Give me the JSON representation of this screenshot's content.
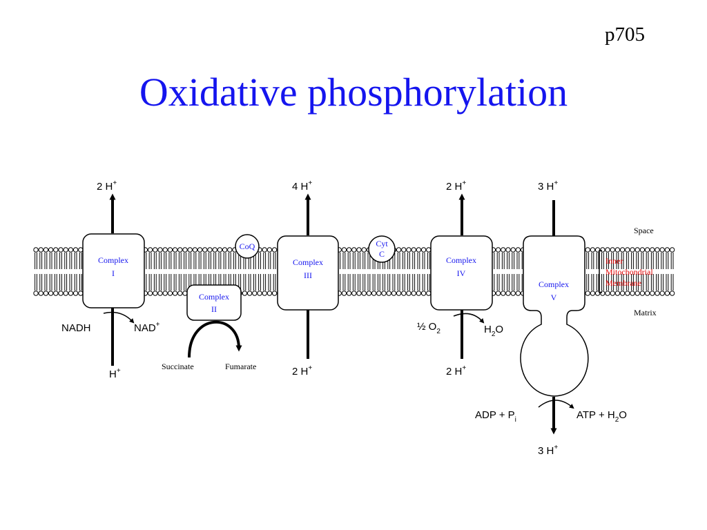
{
  "page_ref": "p705",
  "title": "Oxidative phosphorylation",
  "region_labels": {
    "space": "Space",
    "matrix": "Matrix",
    "membrane": [
      "Inner",
      "Mitochondrial",
      "Membrane"
    ]
  },
  "complexes": [
    {
      "line1": "Complex",
      "line2": "I"
    },
    {
      "line1": "Complex",
      "line2": "II"
    },
    {
      "line1": "Complex",
      "line2": "III"
    },
    {
      "line1": "Complex",
      "line2": "IV"
    },
    {
      "line1": "Complex",
      "line2": "V"
    }
  ],
  "carriers": {
    "coq": "CoQ",
    "cytc": [
      "Cyt",
      "C"
    ]
  },
  "labels": {
    "c1_out": {
      "main": "2 H",
      "sup": "+"
    },
    "c1_in": {
      "main": "H",
      "sup": "+"
    },
    "nadh": "NADH",
    "nad": {
      "main": "NAD",
      "sup": "+"
    },
    "succinate": "Succinate",
    "fumarate": "Fumarate",
    "c3_out": {
      "main": "4 H",
      "sup": "+"
    },
    "c3_in": {
      "main": "2 H",
      "sup": "+"
    },
    "c4_out": {
      "main": "2 H",
      "sup": "+"
    },
    "c4_in": {
      "main": "2 H",
      "sup": "+"
    },
    "half_o2": {
      "main": "½ O",
      "sub": "2"
    },
    "h2o": {
      "pre": "H",
      "sub": "2",
      "post": "O"
    },
    "c5_top": {
      "main": "3 H",
      "sup": "+"
    },
    "c5_bottom": {
      "main": "3 H",
      "sup": "+"
    },
    "adp_pi": {
      "main": "ADP  +  P",
      "sub": "i"
    },
    "atp_h2o": {
      "pre": "ATP  +  H",
      "sub": "2",
      "post": "O"
    }
  }
}
